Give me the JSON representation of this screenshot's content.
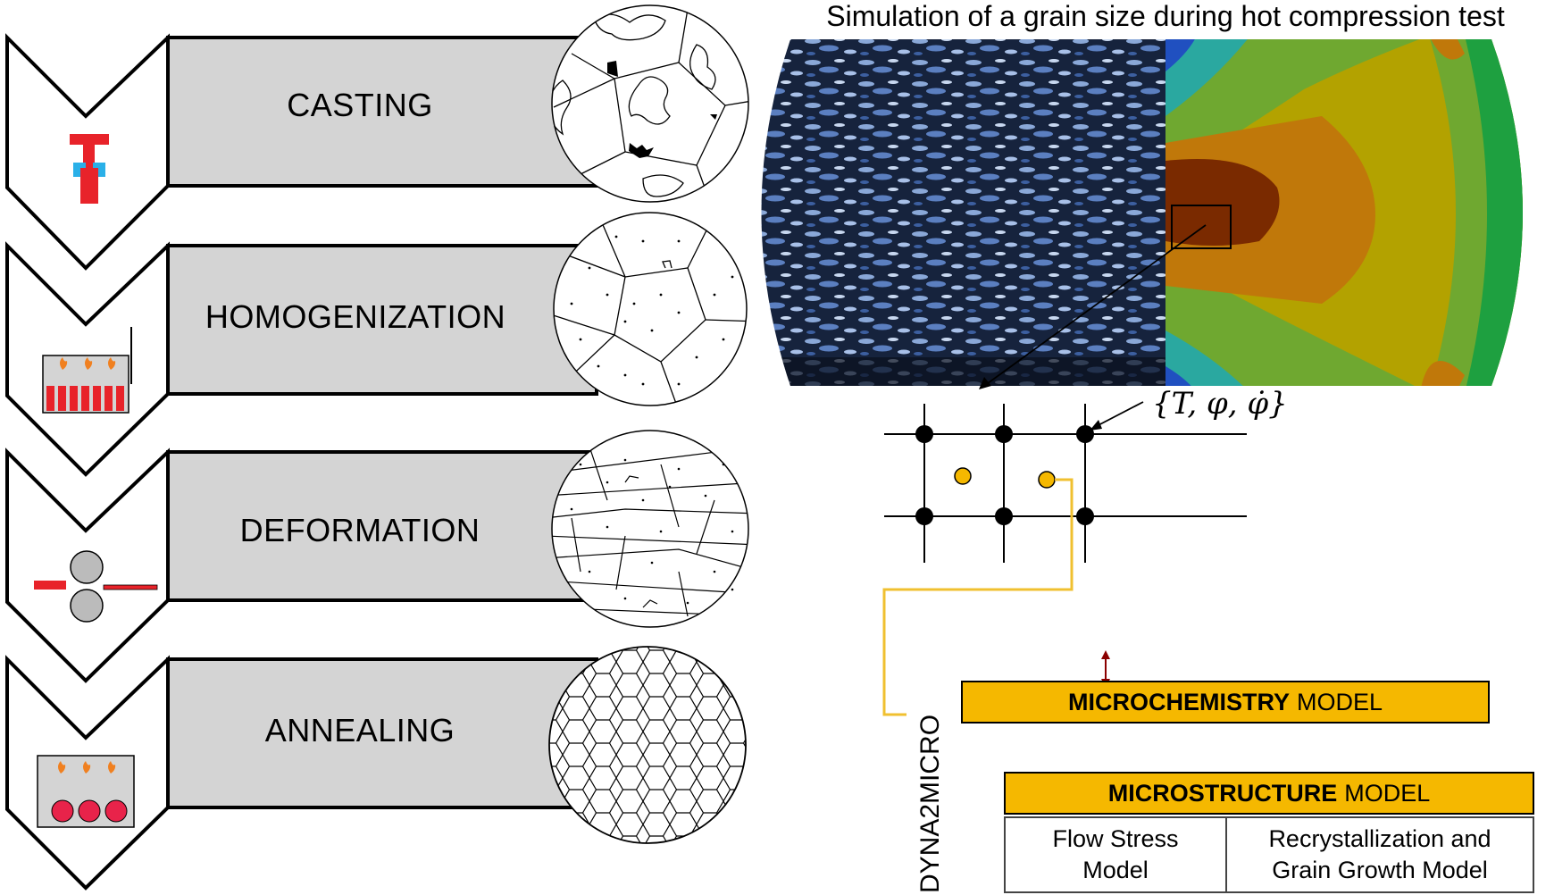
{
  "diagram": {
    "title": "Simulation of a grain size during hot compression test",
    "steps": [
      {
        "label": "CASTING",
        "icon": "casting-valve-icon"
      },
      {
        "label": "HOMOGENIZATION",
        "icon": "furnace-icon"
      },
      {
        "label": "DEFORMATION",
        "icon": "rolling-mill-icon"
      },
      {
        "label": "ANNEALING",
        "icon": "annealing-furnace-icon"
      }
    ],
    "node_variables": "{T, φ, φ̇}",
    "framework_label": "DYNA2MICRO",
    "microchemistry": {
      "bold": "MICROCHEMISTRY",
      "rest": "MODEL"
    },
    "microstructure": {
      "bold": "MICROSTRUCTURE",
      "rest": "MODEL"
    },
    "submodels": [
      "Flow Stress Model",
      "Recrystallization and Grain Growth Model"
    ],
    "colors": {
      "accent": "#f5b800",
      "band_fill": "#d4d4d4",
      "icon_red": "#e8232a",
      "icon_blue": "#2ab0e8"
    }
  }
}
